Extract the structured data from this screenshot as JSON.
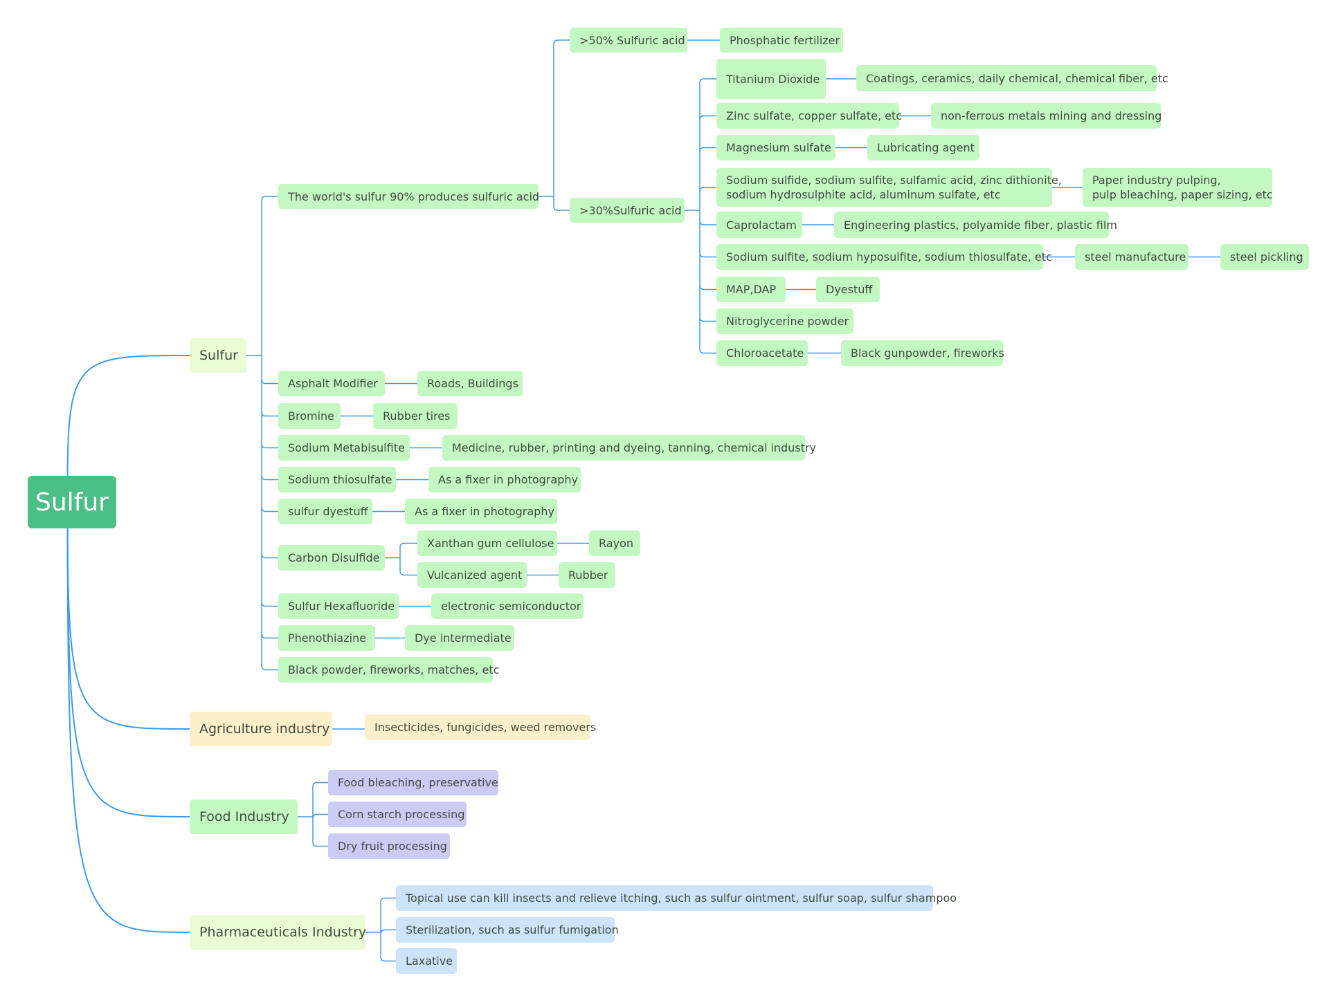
{
  "colors": {
    "root": "#4cbf86",
    "line": "#3d9be9",
    "green": "#c3f8c3",
    "lime": "#e9fcd3",
    "yellow": "#fdefc9",
    "purple": "#cccbf6",
    "blue": "#cde3fa"
  },
  "root": {
    "label": "Sulfur"
  },
  "branches": {
    "sulfur": {
      "label": "Sulfur",
      "sulfuric": {
        "label": "The world's sulfur 90% produces sulfuric acid",
        "acid50": {
          "label": ">50% Sulfuric acid",
          "use": "Phosphatic fertilizer"
        },
        "acid30": {
          "label": ">30%Sulfuric acid",
          "titanium": {
            "label": "Titanium Dioxide",
            "use": "Coatings, ceramics, daily chemical, chemical fiber, etc"
          },
          "zinc": {
            "label": "Zinc sulfate, copper sulfate, etc",
            "use": "non-ferrous metals mining and dressing"
          },
          "magnesium": {
            "label": "Magnesium sulfate",
            "use": "Lubricating agent"
          },
          "sodium_sulfide": {
            "label": "Sodium sulfide, sodium sulfite, sulfamic acid, zinc dithionite,\nsodium hydrosulphite acid, aluminum sulfate, etc",
            "use": "Paper industry pulping,\npulp bleaching, paper sizing, etc"
          },
          "caprolactam": {
            "label": "Caprolactam",
            "use": "Engineering plastics, polyamide fiber, plastic film"
          },
          "sodium_sulfite": {
            "label": "Sodium sulfite, sodium hyposulfite, sodium thiosulfate, etc",
            "use": "steel manufacture",
            "use2": "steel pickling"
          },
          "map_dap": {
            "label": "MAP,DAP",
            "use": "Dyestuff"
          },
          "nitroglycerine": {
            "label": "Nitroglycerine powder"
          },
          "chloroacetate": {
            "label": "Chloroacetate",
            "use": "Black gunpowder, fireworks"
          }
        }
      },
      "asphalt": {
        "label": "Asphalt Modifier",
        "use": "Roads, Buildings"
      },
      "bromine": {
        "label": "Bromine",
        "use": "Rubber tires"
      },
      "metabisulfite": {
        "label": "Sodium Metabisulfite",
        "use": "Medicine, rubber, printing and dyeing, tanning, chemical industry"
      },
      "thiosulfate": {
        "label": "Sodium thiosulfate",
        "use": "As a fixer in photography"
      },
      "dyestuff": {
        "label": "sulfur dyestuff",
        "use": "As a fixer in photography"
      },
      "carbon_disulfide": {
        "label": "Carbon Disulfide",
        "xanthan": {
          "label": "Xanthan gum cellulose",
          "use": "Rayon"
        },
        "vulcanized": {
          "label": "Vulcanized agent",
          "use": "Rubber"
        }
      },
      "hexafluoride": {
        "label": "Sulfur Hexafluoride",
        "use": "electronic semiconductor"
      },
      "phenothiazine": {
        "label": "Phenothiazine",
        "use": "Dye intermediate"
      },
      "black_powder": {
        "label": "Black powder, fireworks, matches, etc"
      }
    },
    "agriculture": {
      "label": "Agriculture industry",
      "use": "Insecticides, fungicides, weed removers"
    },
    "food": {
      "label": "Food Industry",
      "uses": [
        "Food bleaching, preservative",
        "Corn starch processing",
        "Dry fruit processing"
      ]
    },
    "pharma": {
      "label": "Pharmaceuticals Industry",
      "uses": [
        "Topical use can kill insects and relieve itching, such as sulfur ointment, sulfur soap, sulfur shampoo",
        "Sterilization, such as sulfur fumigation",
        "Laxative"
      ]
    }
  }
}
